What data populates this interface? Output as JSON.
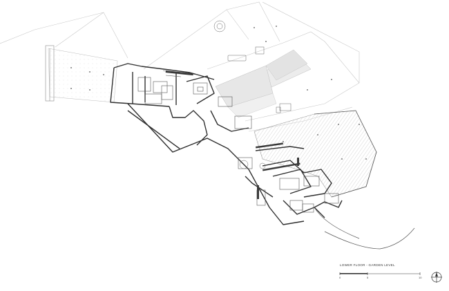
{
  "drawing": {
    "caption": "LOWER FLOOR - GARDEN LEVEL",
    "scale_labels": [
      "0",
      "5",
      "10"
    ],
    "north_arrow_icon": "north-arrow-icon",
    "line_color": "#333333",
    "hatch_color": "#cfcfcf",
    "paper_color": "#ffffff"
  }
}
